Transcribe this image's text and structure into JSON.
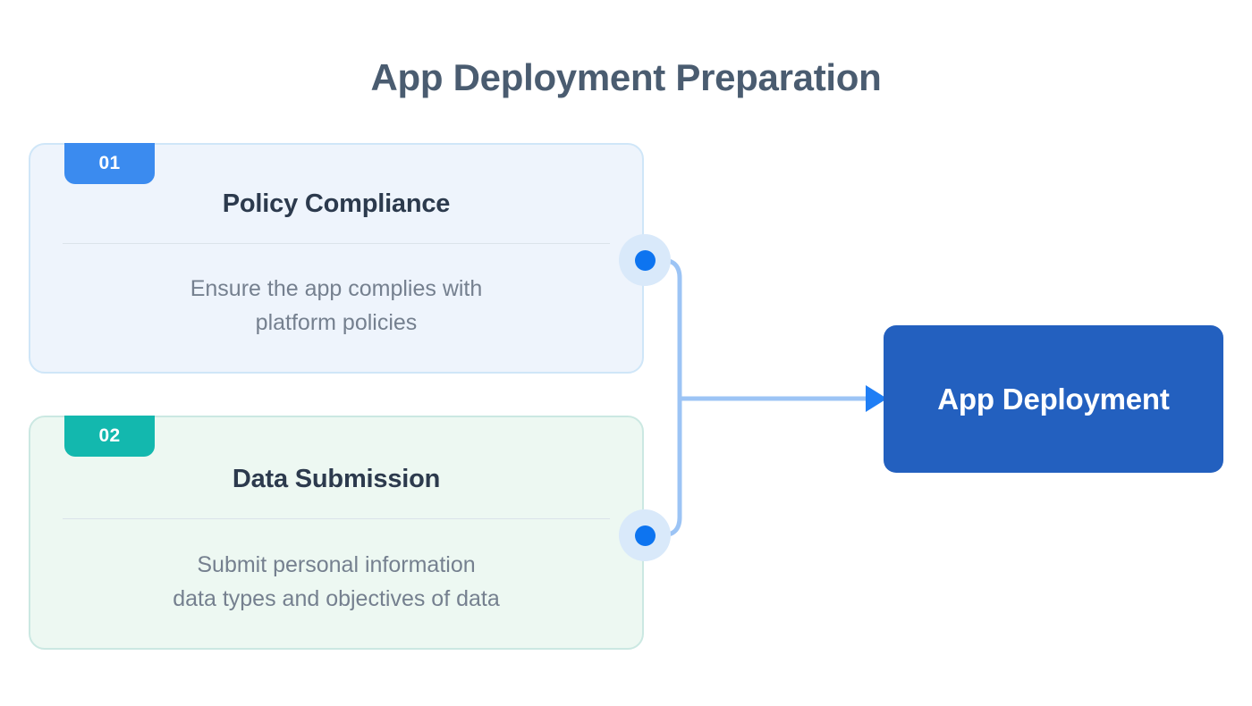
{
  "title": "App Deployment Preparation",
  "colors": {
    "title_text": "#4a5c70",
    "badge_one": "#3b8bef",
    "badge_two": "#13b8ae",
    "card_one_bg": "#eef4fc",
    "card_one_border": "#cfe6f8",
    "card_two_bg": "#edf8f2",
    "card_two_border": "#cbe8e2",
    "node_dot": "#0d74f0",
    "node_halo": "#d9e9fa",
    "connector_line": "#9cc4f5",
    "arrow_head": "#1f7ef5",
    "result_bg": "#2360bf",
    "result_text": "#ffffff",
    "card_title_text": "#2c3a4d",
    "card_desc_text": "#75808f",
    "divider": "#dbe3ea"
  },
  "steps": [
    {
      "number": "01",
      "title": "Policy Compliance",
      "description": "Ensure the app complies with\nplatform policies"
    },
    {
      "number": "02",
      "title": "Data Submission",
      "description": "Submit personal information\ndata types and objectives of data"
    }
  ],
  "result": {
    "label": "App Deployment"
  }
}
